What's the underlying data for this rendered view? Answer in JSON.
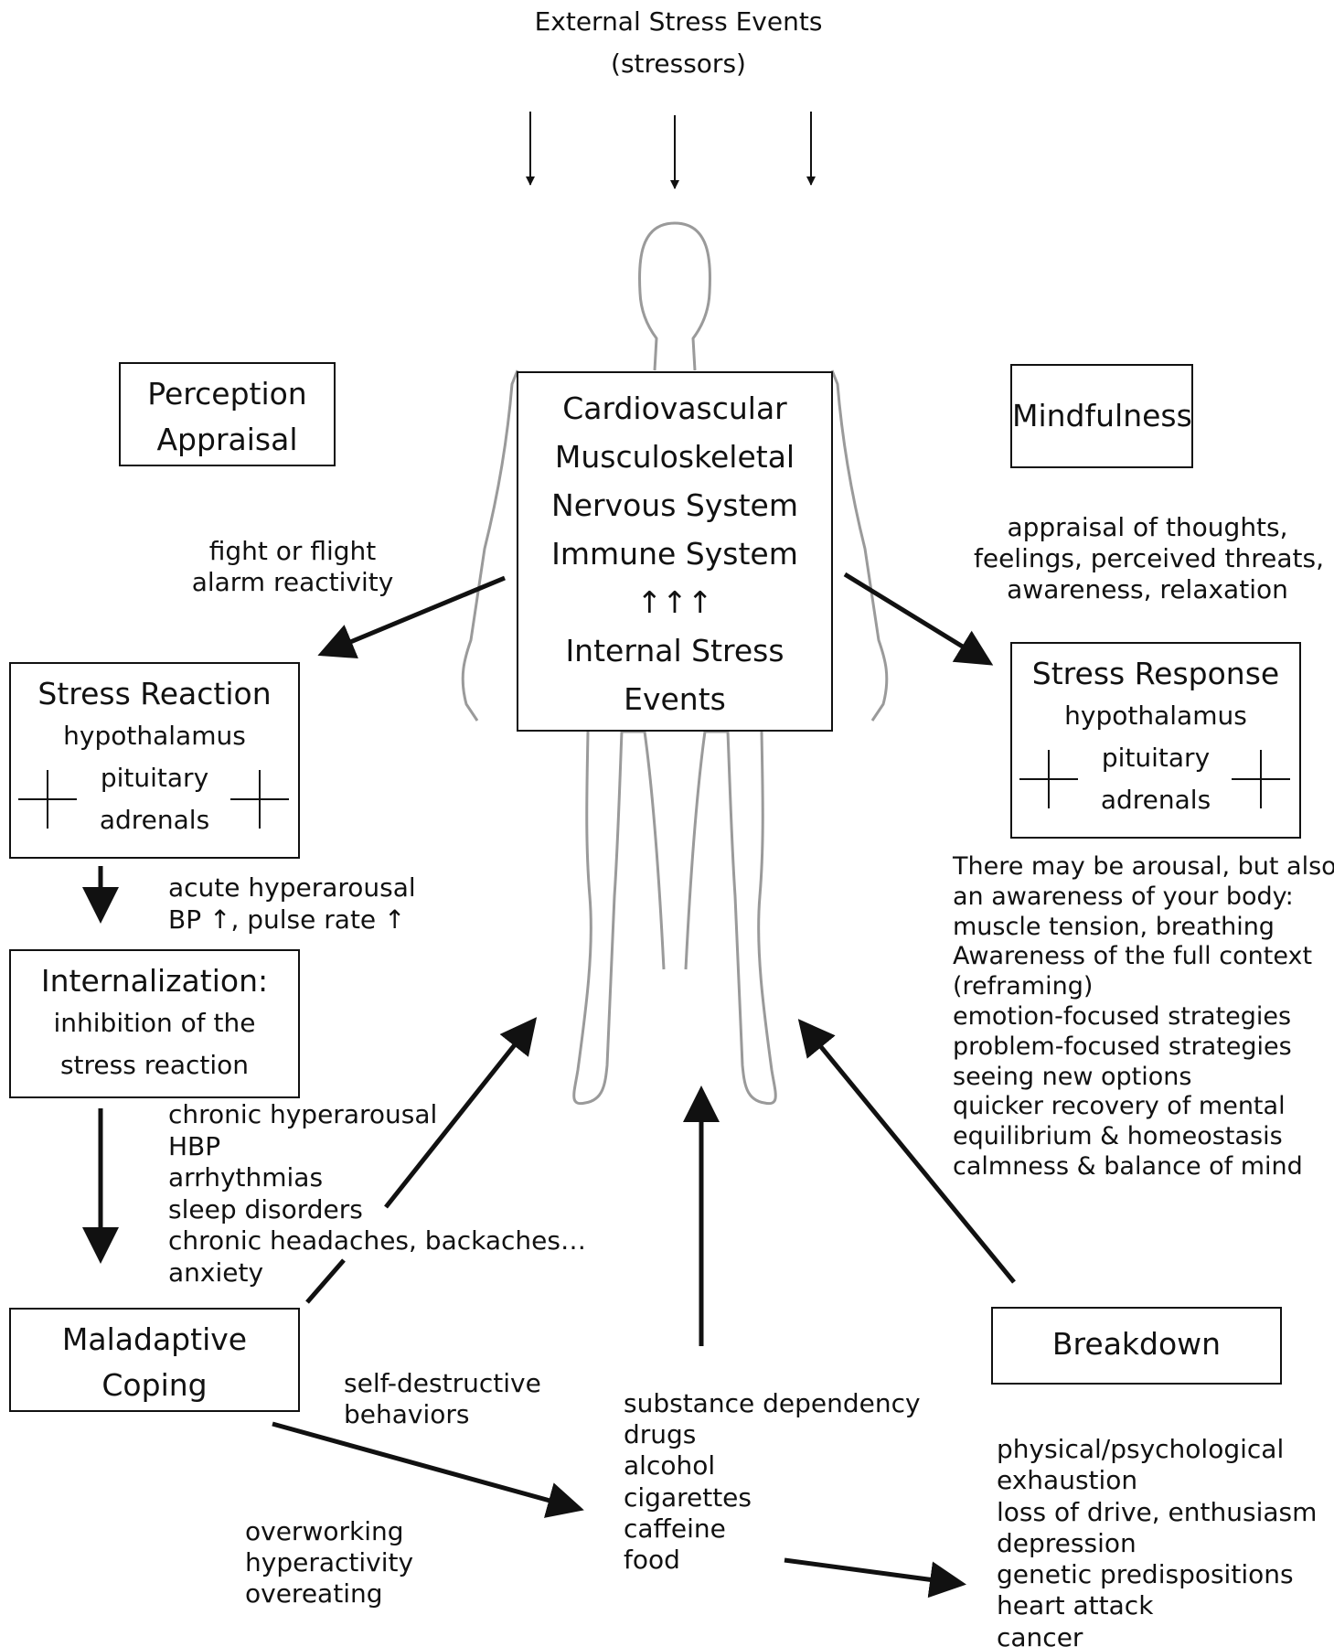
{
  "top": {
    "title": "External Stress Events",
    "subtitle": "(stressors)"
  },
  "center_box": {
    "lines": [
      "Cardiovascular",
      "Musculoskeletal",
      "Nervous System",
      "Immune System",
      "↑↑↑",
      "Internal Stress",
      "Events"
    ]
  },
  "perception_box": {
    "lines": [
      "Perception",
      "Appraisal"
    ]
  },
  "mindfulness_box": {
    "label": "Mindfulness"
  },
  "fight_flight": {
    "lines": [
      "fight or flight",
      "alarm reactivity"
    ]
  },
  "appraisal_text": {
    "lines": [
      "appraisal of thoughts,",
      "feelings, perceived threats,",
      "awareness, relaxation"
    ]
  },
  "stress_reaction_box": {
    "title": "Stress Reaction",
    "items": [
      "hypothalamus",
      "pituitary",
      "adrenals"
    ]
  },
  "stress_response_box": {
    "title": "Stress Response",
    "items": [
      "hypothalamus",
      "pituitary",
      "adrenals"
    ]
  },
  "acute_text": {
    "lines": [
      "acute hyperarousal",
      "BP ↑, pulse rate ↑"
    ]
  },
  "internalization_box": {
    "title": "Internalization:",
    "lines": [
      "inhibition of the",
      "stress reaction"
    ]
  },
  "chronic_text": {
    "lines": [
      "chronic hyperarousal",
      "HBP",
      "arrhythmias",
      "sleep disorders",
      "chronic headaches, backaches…",
      "anxiety"
    ]
  },
  "arousal_text": {
    "lines": [
      "There may be arousal, but also",
      "an awareness of your body:",
      "muscle tension, breathing",
      "Awareness of the full context",
      "(reframing)",
      "emotion-focused strategies",
      "problem-focused strategies",
      "seeing new options",
      "quicker recovery of mental",
      "equilibrium & homeostasis",
      "calmness & balance of mind"
    ]
  },
  "maladaptive_box": {
    "lines": [
      "Maladaptive",
      "Coping"
    ]
  },
  "breakdown_box": {
    "label": "Breakdown"
  },
  "self_destructive": {
    "lines": [
      "self-destructive",
      "behaviors"
    ]
  },
  "substance_text": {
    "lines": [
      "substance dependency",
      "drugs",
      "alcohol",
      "cigarettes",
      "caffeine",
      "food"
    ]
  },
  "overworking_text": {
    "lines": [
      "overworking",
      "hyperactivity",
      "overeating"
    ]
  },
  "exhaustion_text": {
    "lines": [
      "physical/psychological",
      "exhaustion",
      "loss of drive, enthusiasm",
      "depression",
      "genetic predispositions",
      "heart attack",
      "cancer"
    ]
  },
  "colors": {
    "ink": "#111111",
    "body_outline": "#9a9a9a",
    "background": "#ffffff"
  }
}
